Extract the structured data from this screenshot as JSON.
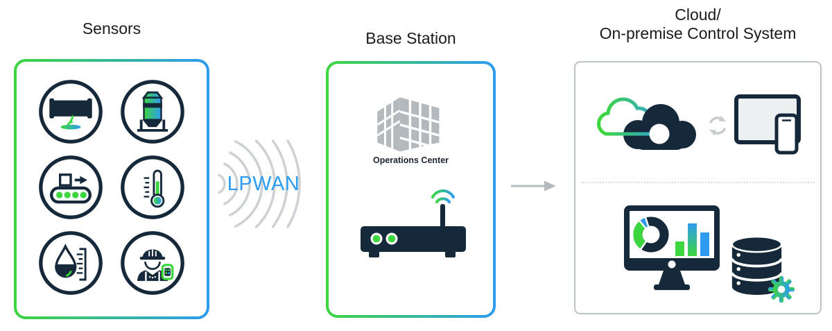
{
  "header": {
    "sensors_title": "Sensors",
    "base_station_title": "Base Station",
    "cloud_title_line1": "Cloud/",
    "cloud_title_line2": "On-premise Control System"
  },
  "link": {
    "lpwan_label": "LPWAN"
  },
  "base_station": {
    "building_label": "Operations Center"
  },
  "icons": {
    "sensors": [
      "pipe-leak-sensor-icon",
      "silo-level-sensor-icon",
      "conveyor-sensor-icon",
      "thermometer-sensor-icon",
      "liquid-level-sensor-icon",
      "worker-wearable-sensor-icon"
    ],
    "base_station": [
      "operations-center-building-icon",
      "lpwan-gateway-router-icon"
    ],
    "cloud_panel": [
      "gradient-cloud-outline-icon",
      "solid-cloud-icon",
      "sync-icon",
      "tablet-and-phone-icon",
      "monitor-dashboard-icon",
      "database-icon",
      "gear-icon"
    ],
    "connectors": [
      "lpwan-radio-waves-icon",
      "right-arrow-icon"
    ]
  },
  "colors": {
    "green": "#3CD63F",
    "blue": "#2E9BF0",
    "dark_navy": "#16293B",
    "building_gray": "#B3B9BC",
    "wave_gray": "#CDD1D3",
    "panel_border_gray": "#BCC2C5"
  }
}
